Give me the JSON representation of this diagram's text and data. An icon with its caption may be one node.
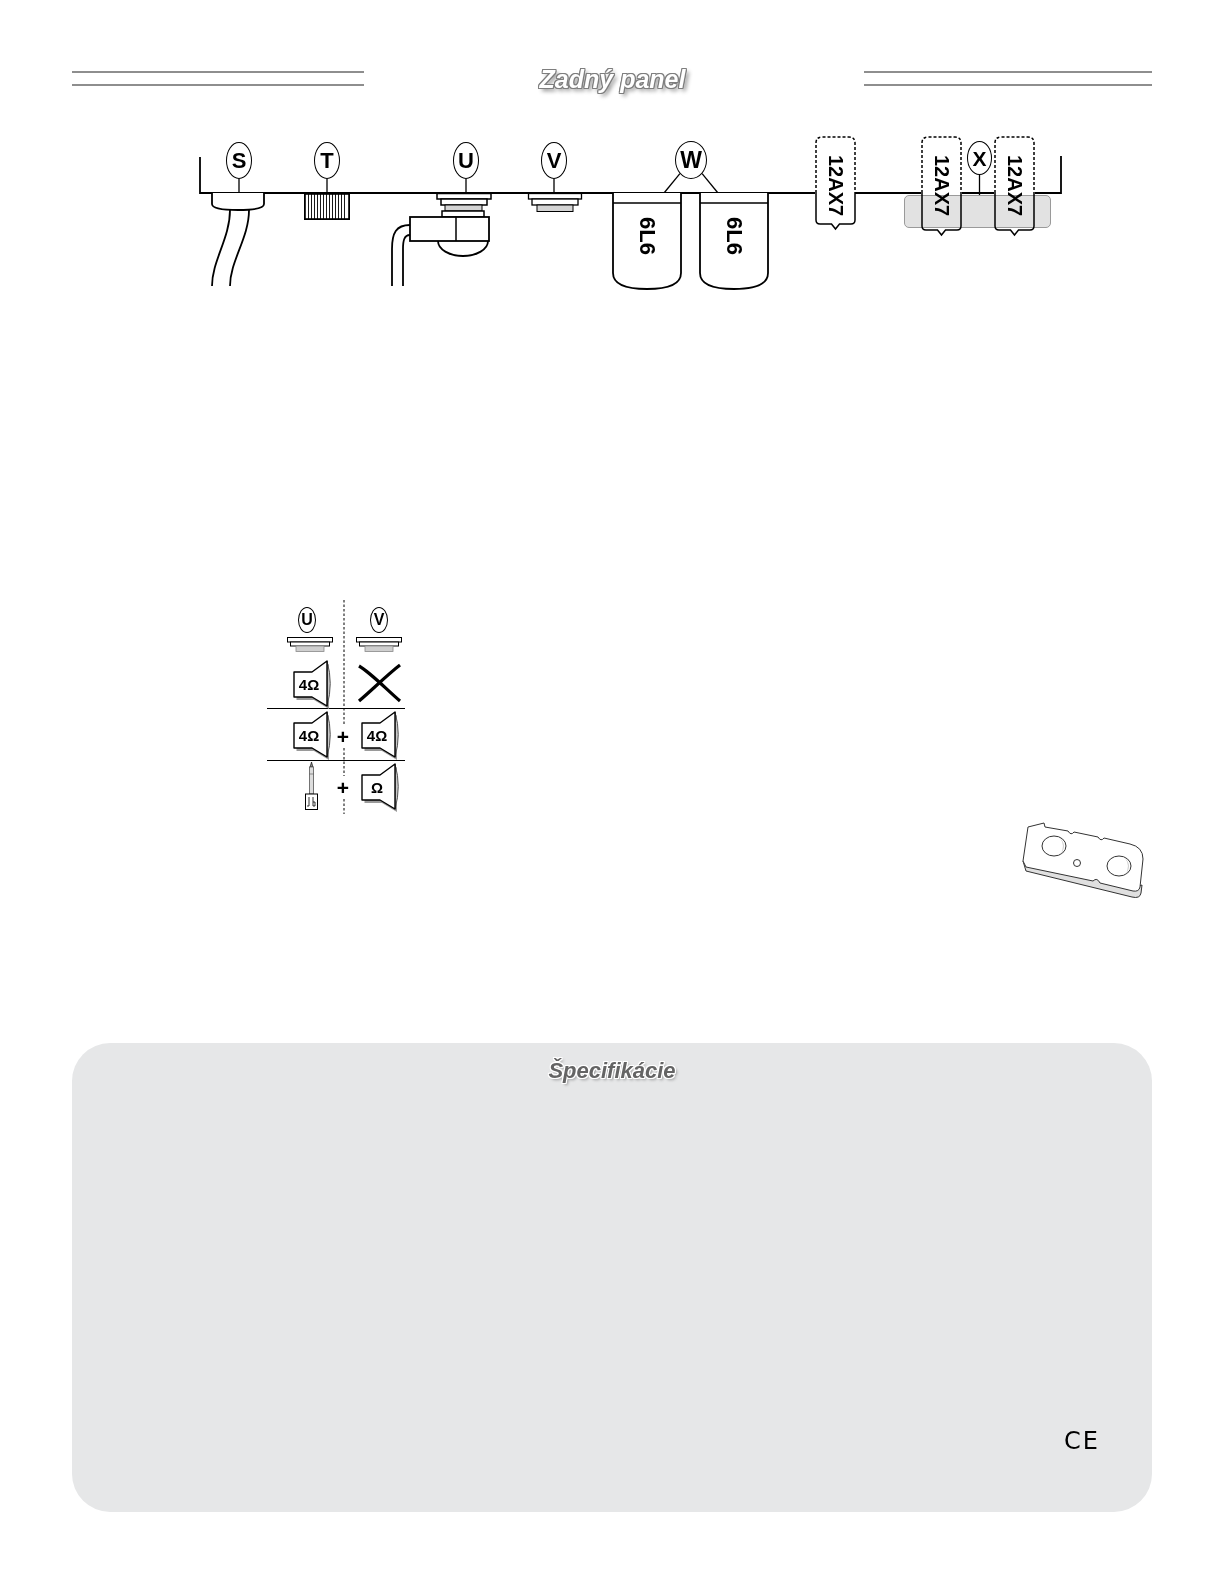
{
  "diagram": {
    "title": "Zadný panel",
    "nodes": [
      {
        "text": [
          "S"
        ]
      },
      {
        "text": [],
        "shape": "picture"
      },
      {
        "text": [
          "T"
        ]
      },
      {
        "text": [],
        "shape": "picture"
      },
      {
        "text": [
          "U"
        ]
      },
      {
        "text": [],
        "shape": "picture"
      },
      {
        "text": [
          "V"
        ]
      },
      {
        "text": [],
        "shape": "picture"
      },
      {
        "text": [
          "W"
        ]
      },
      {
        "text": [
          "6L6"
        ]
      },
      {
        "text": [
          "6L6"
        ]
      },
      {
        "text": [
          "12AX7"
        ]
      },
      {
        "text": [
          "12AX7"
        ]
      },
      {
        "text": [
          "X"
        ]
      },
      {
        "text": [
          "12AX7"
        ]
      },
      {
        "text": [],
        "shape": "box"
      },
      {
        "text": [
          "U"
        ]
      },
      {
        "text": [
          "V"
        ]
      },
      {
        "text": [
          "4Ω"
        ]
      },
      {
        "text": [
          "4Ω"
        ]
      },
      {
        "text": [
          "4Ω"
        ]
      },
      {
        "text": [
          "Ω"
        ]
      },
      {
        "text": [
          "Špecifikácie"
        ]
      }
    ],
    "edges": [
      {
        "from": 0,
        "to": 1,
        "arrow": "none"
      },
      {
        "from": 2,
        "to": 3,
        "arrow": "none"
      },
      {
        "from": 4,
        "to": 5,
        "arrow": "none"
      },
      {
        "from": 6,
        "to": 7,
        "arrow": "none"
      },
      {
        "from": 8,
        "to": 9,
        "arrow": "none"
      },
      {
        "from": 8,
        "to": 10,
        "arrow": "none"
      },
      {
        "from": 13,
        "to": 15,
        "arrow": "none"
      }
    ],
    "labels": [
      "+",
      "+",
      "CE"
    ]
  }
}
